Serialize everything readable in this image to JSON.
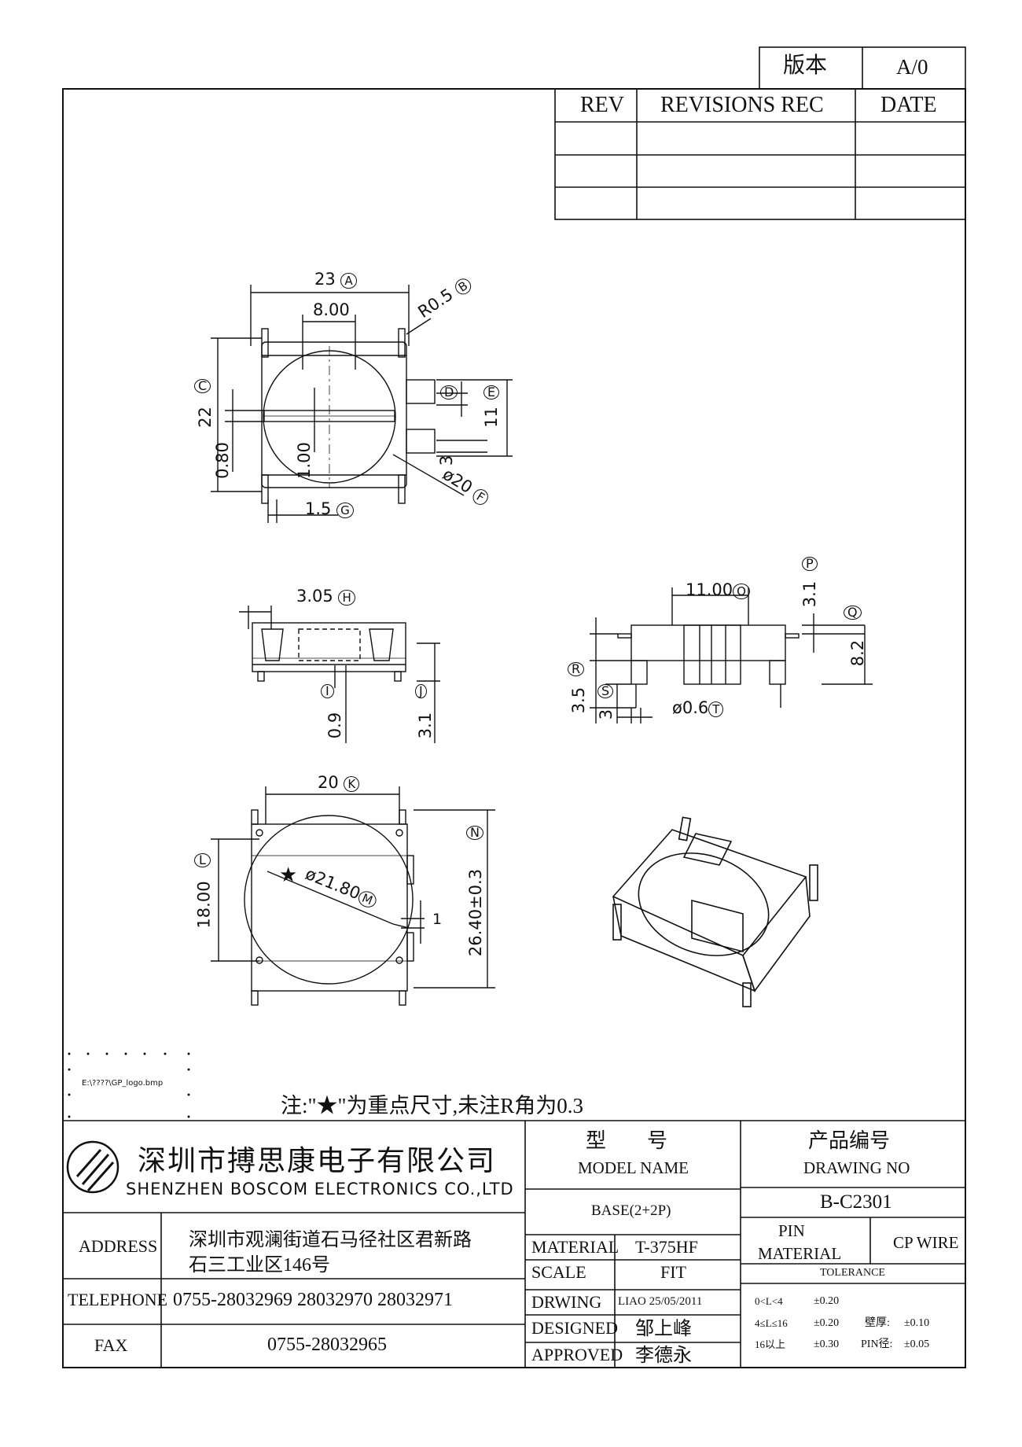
{
  "version_box": {
    "label": "版本",
    "value": "A/0"
  },
  "revision_table": {
    "headers": [
      "REV",
      "REVISIONS REC",
      "DATE"
    ]
  },
  "dimensions": {
    "top_view": {
      "a": "23",
      "a_tag": "A",
      "r": "R0.5",
      "r_tag": "B",
      "c": "22",
      "c_tag": "C",
      "d_tag": "D",
      "e": "11",
      "e_tag": "E",
      "f": "ø20",
      "f_tag": "F",
      "g": "1.5",
      "g_tag": "G",
      "inner_width": "8.00",
      "h080": "0.80",
      "h100": "1.00",
      "gap3": "3"
    },
    "side_view": {
      "h": "3.05",
      "h_tag": "H",
      "i": "0.9",
      "i_tag": "I",
      "j": "3.1",
      "j_tag": "J"
    },
    "front_view": {
      "o": "11.00",
      "o_tag": "O",
      "p": "3.1",
      "p_tag": "P",
      "q_tag": "Q",
      "q": "8.2",
      "r": "3.5",
      "r_tag": "R",
      "s": "3",
      "s_tag": "S",
      "t": "ø0.6",
      "t_tag": "T"
    },
    "bottom_view": {
      "k": "20",
      "k_tag": "K",
      "l": "18.00",
      "l_tag": "L",
      "m": "ø21.80",
      "m_tag": "M",
      "n": "26.40±0.3",
      "n_tag": "N",
      "one": "1"
    }
  },
  "logo_path": "E:\\????\\GP_logo.bmp",
  "note": "注:\"★\"为重点尺寸,未注R角为0.3",
  "company": {
    "name_cn": "深圳市搏思康电子有限公司",
    "name_en": "SHENZHEN BOSCOM ELECTRONICS CO.,LTD"
  },
  "info": {
    "address_label": "ADDRESS",
    "address_line1": "深圳市观澜街道石马径社区君新路",
    "address_line2": "石三工业区146号",
    "telephone_label": "TELEPHONE",
    "telephone": "0755-28032969 28032970 28032971",
    "fax_label": "FAX",
    "fax": "0755-28032965"
  },
  "model": {
    "label_cn": "型　　号",
    "label_en": "MODEL NAME",
    "value": "BASE(2+2P)"
  },
  "drawing_no": {
    "label_cn": "产品编号",
    "label_en": "DRAWING NO",
    "value": "B-C2301"
  },
  "material": {
    "label": "MATERIAL",
    "value": "T-375HF"
  },
  "scale": {
    "label": "SCALE",
    "value": "FIT"
  },
  "drwing": {
    "label": "DRWING",
    "value": "LIAO 25/05/2011"
  },
  "designed": {
    "label": "DESIGNED",
    "value": "邹上峰"
  },
  "approved": {
    "label": "APPROVED",
    "value": "李德永"
  },
  "pin_material": {
    "label_line1": "PIN",
    "label_line2": "MATERIAL",
    "value": "CP WIRE"
  },
  "tolerance": {
    "title": "TOLERANCE",
    "row1_range": "0<L<4",
    "row1_val": "±0.20",
    "row2_range": "4≤L≤16",
    "row2_val": "±0.20",
    "row2_extra_label": "壁厚:",
    "row2_extra_val": "±0.10",
    "row3_range": "16以上",
    "row3_val": "±0.30",
    "row3_extra_label": "PIN径:",
    "row3_extra_val": "±0.05"
  }
}
